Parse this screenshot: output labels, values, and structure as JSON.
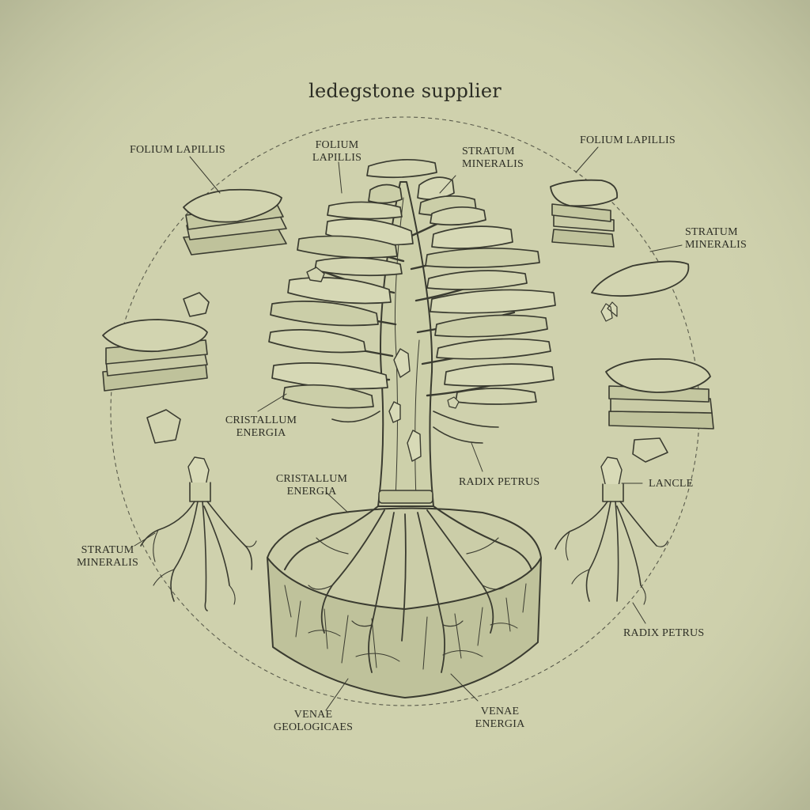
{
  "title": "ledegstone supplier",
  "labels": {
    "folium_left": "FOLIUM LAPILLIS",
    "folium_center": [
      "FOLIUM",
      "LAPILLIS"
    ],
    "stratum_top": [
      "STRATUM",
      "MINERALIS"
    ],
    "folium_right": "FOLIUM LAPILLIS",
    "stratum_right": [
      "STRATUM",
      "MINERALIS"
    ],
    "cristallum_left": [
      "CRISTALLUM",
      "ENERGIA"
    ],
    "cristallum_center": [
      "CRISTALLUM",
      "ENERGIA"
    ],
    "radix_center": "RADIX PETRUS",
    "lancle": "LANCLE",
    "stratum_left": [
      "STRATUM",
      "MINERALIS"
    ],
    "radix_right": "RADIX PETRUS",
    "venae_geo": [
      "VENAE",
      "GEOLOGICAES"
    ],
    "venae_energia": [
      "VENAE",
      "ENERGIA"
    ]
  },
  "colors": {
    "background": "#cfd1ad",
    "ink": "#3a3b30",
    "stone_fill": "#c6c8a2",
    "stone_light": "#d9dbb8"
  }
}
